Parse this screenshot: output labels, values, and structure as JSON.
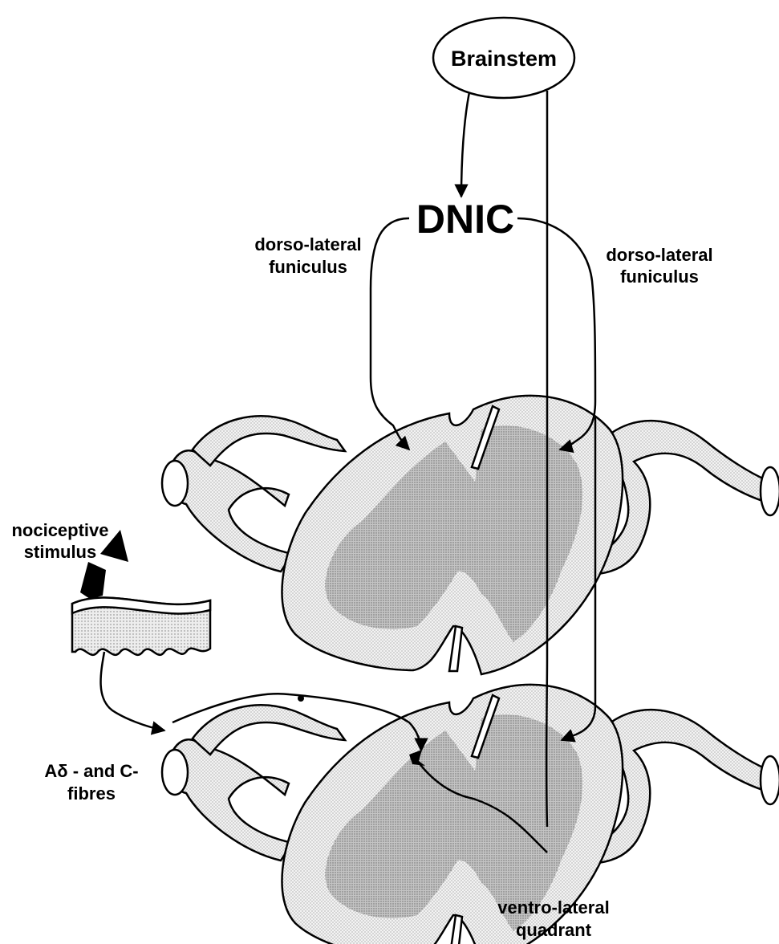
{
  "labels": {
    "brainstem": "Brainstem",
    "dnic": "DNIC",
    "dlf_left_line1": "dorso-lateral",
    "dlf_left_line2": "funiculus",
    "dlf_right_line1": "dorso-lateral",
    "dlf_right_line2": "funiculus",
    "stimulus_line1": "nociceptive",
    "stimulus_line2": "stimulus",
    "fibres_line1": "Aδ - and C-",
    "fibres_line2": "fibres",
    "vlq_line1": "ventro-lateral",
    "vlq_line2": "quadrant"
  },
  "colors": {
    "ink": "#000000",
    "background": "#ffffff",
    "white_matter": "#eeeeee",
    "grey_matter": "#b9b9b9",
    "nerve_root": "#e6e6e6"
  }
}
